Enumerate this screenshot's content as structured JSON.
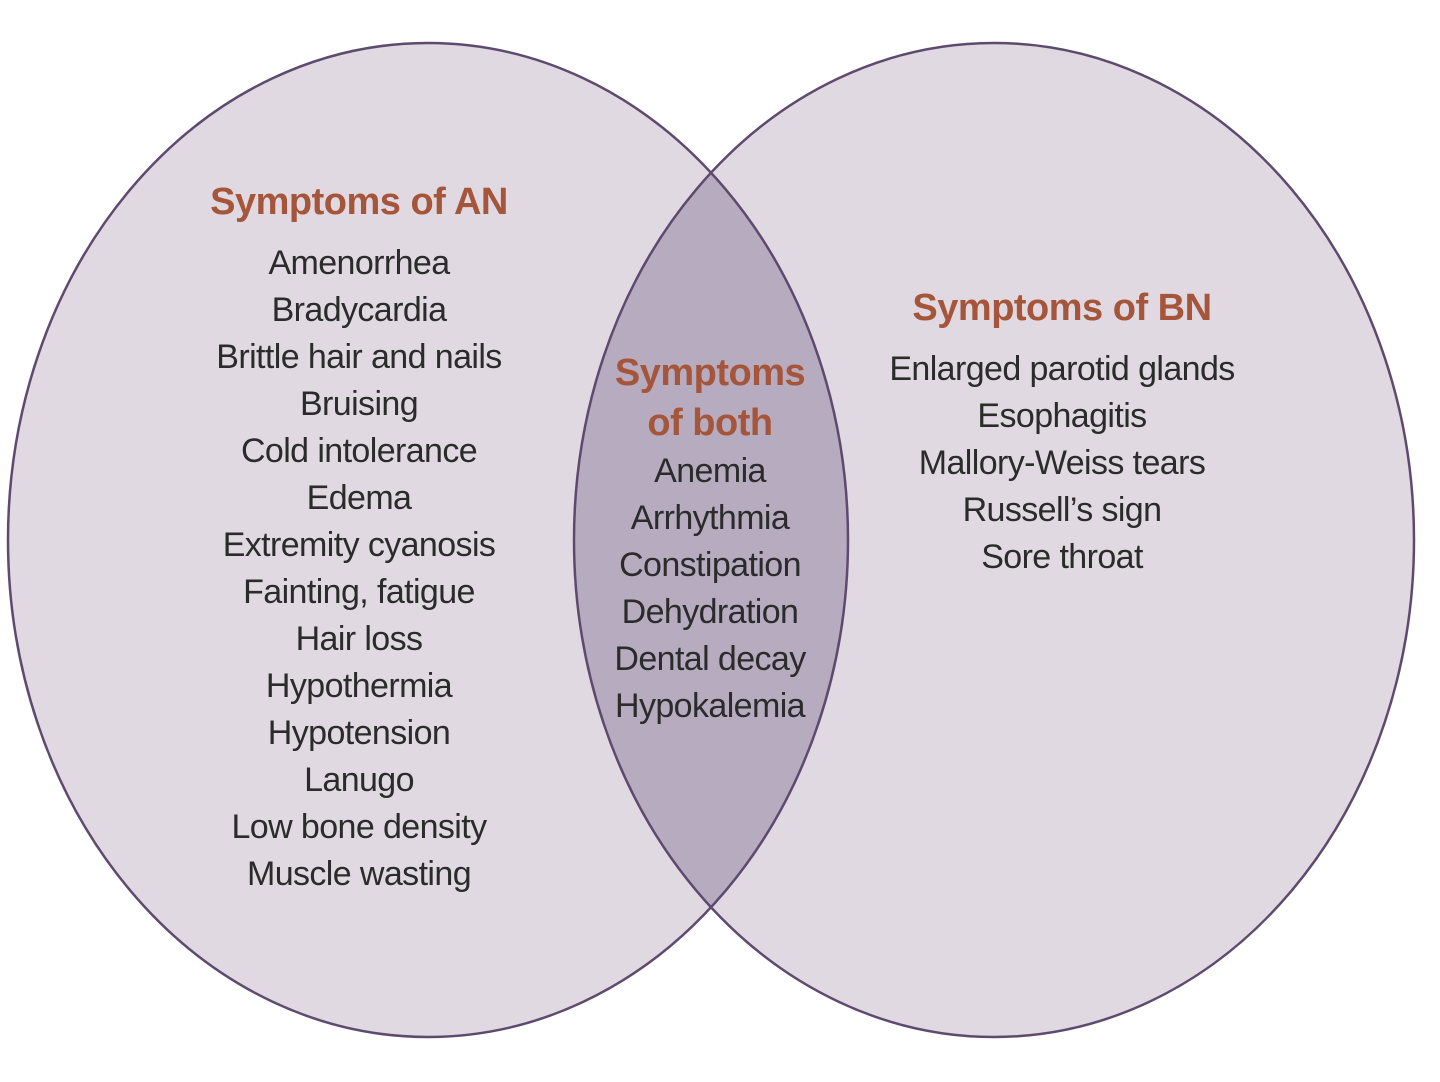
{
  "colors": {
    "circle_fill": "#e0d9e2",
    "overlap_fill": "#b6abbf",
    "circle_stroke": "#5e4a6e",
    "heading": "#a4553a",
    "text": "#2b2b2b"
  },
  "venn": {
    "left": {
      "heading": "Symptoms of AN",
      "items": [
        "Amenorrhea",
        "Bradycardia",
        "Brittle hair and nails",
        "Bruising",
        "Cold intolerance",
        "Edema",
        "Extremity cyanosis",
        "Fainting, fatigue",
        "Hair loss",
        "Hypothermia",
        "Hypotension",
        "Lanugo",
        "Low bone density",
        "Muscle wasting"
      ]
    },
    "both": {
      "heading_line1": "Symptoms",
      "heading_line2": "of both",
      "items": [
        "Anemia",
        "Arrhythmia",
        "Constipation",
        "Dehydration",
        "Dental decay",
        "Hypokalemia"
      ]
    },
    "right": {
      "heading": "Symptoms of BN",
      "items": [
        "Enlarged parotid glands",
        "Esophagitis",
        "Mallory-Weiss tears",
        "Russell’s sign",
        "Sore throat"
      ]
    }
  }
}
